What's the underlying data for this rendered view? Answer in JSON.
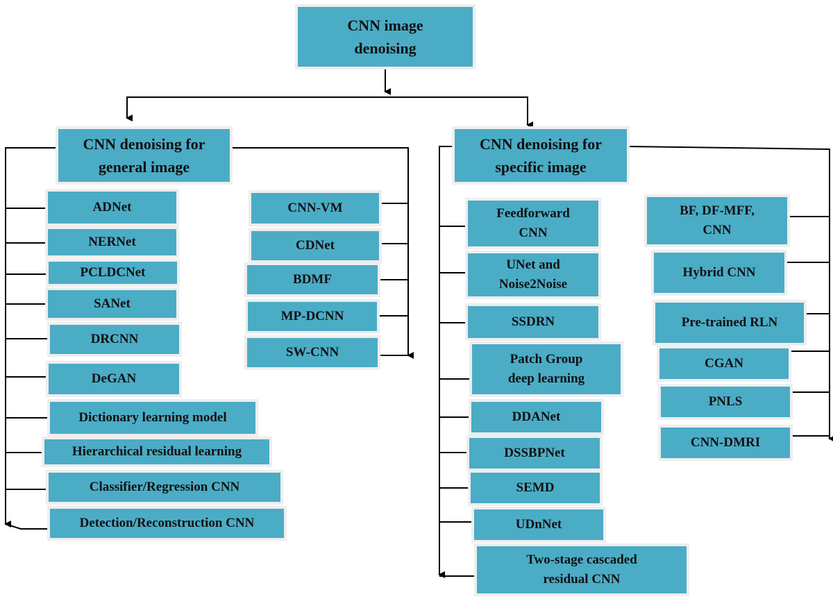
{
  "root": {
    "label": "CNN image\ndenoising"
  },
  "categories": {
    "general": {
      "label": "CNN denoising for\ngeneral image"
    },
    "specific": {
      "label": "CNN denoising for\nspecific image"
    }
  },
  "general_left": [
    "ADNet",
    "NERNet",
    "PCLDCNet",
    "SANet",
    "DRCNN",
    "DeGAN",
    "Dictionary learning model",
    "Hierarchical residual learning",
    "Classifier/Regression CNN",
    "Detection/Reconstruction CNN"
  ],
  "general_right": [
    "CNN-VM",
    "CDNet",
    "BDMF",
    "MP-DCNN",
    "SW-CNN"
  ],
  "specific_left": [
    "Feedforward\nCNN",
    "UNet and\nNoise2Noise",
    "SSDRN",
    "Patch Group\ndeep learning",
    "DDANet",
    "DSSBPNet",
    "SEMD",
    "UDnNet",
    "Two-stage cascaded\nresidual CNN"
  ],
  "specific_right": [
    "BF, DF-MFF,\nCNN",
    "Hybrid CNN",
    "Pre-trained RLN",
    "CGAN",
    "PNLS",
    "CNN-DMRI"
  ],
  "colors": {
    "box_fill": "#4bacc6",
    "box_border": "#eeeeee",
    "line": "#000000"
  }
}
